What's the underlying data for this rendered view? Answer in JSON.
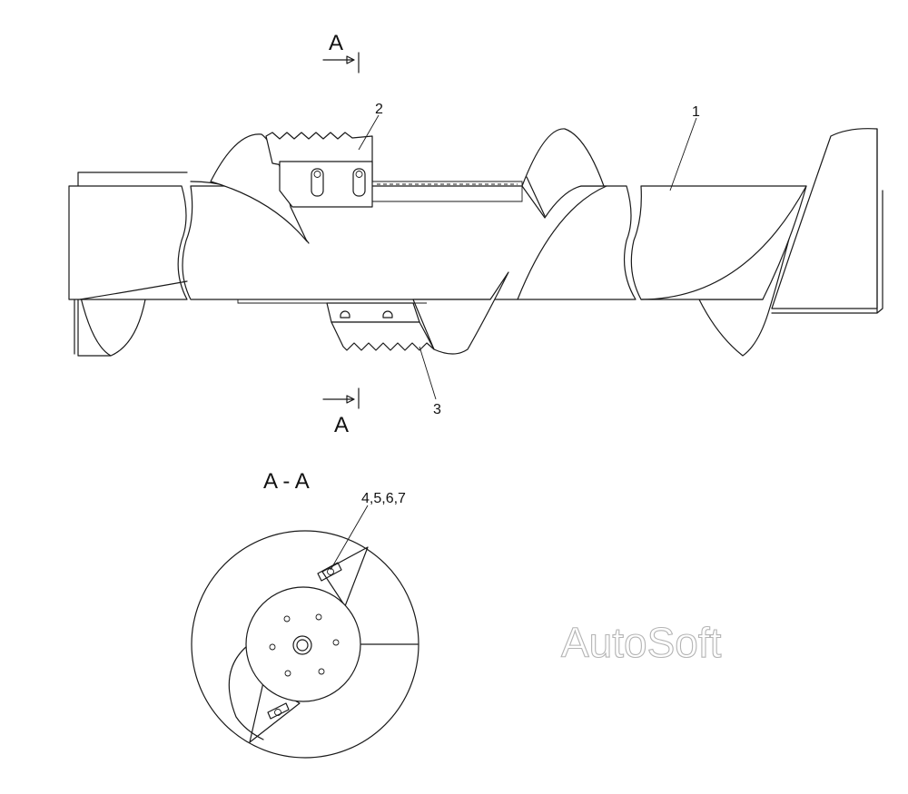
{
  "drawing": {
    "callouts": {
      "item1": "1",
      "item2": "2",
      "item3": "3",
      "items_section": "4,5,6,7"
    },
    "section_marker": {
      "top_letter": "A",
      "bottom_letter": "A"
    },
    "section_view_title": "A - A"
  },
  "watermark": "AutoSoft",
  "colors": {
    "line": "#1a1a1a",
    "background": "#ffffff",
    "watermark_outline": "#b4b4b4"
  }
}
